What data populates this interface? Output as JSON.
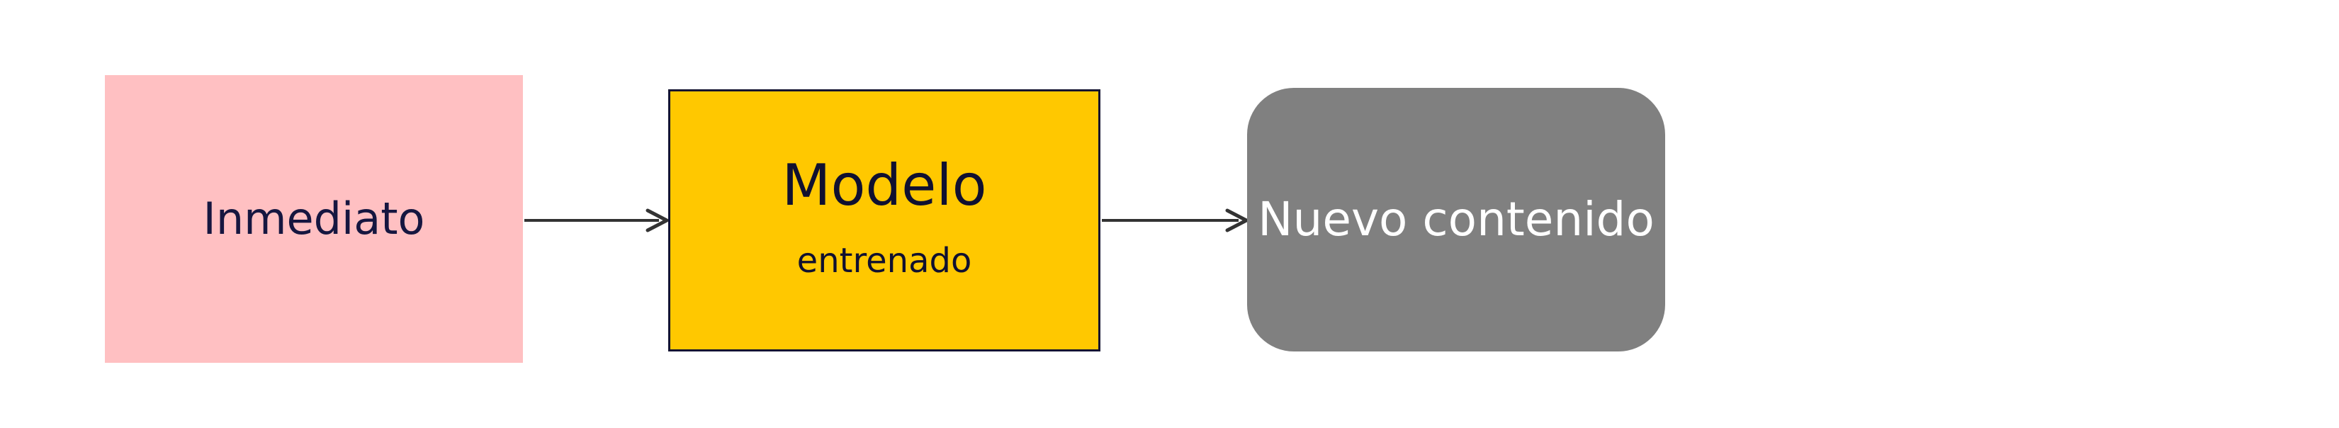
{
  "diagram": {
    "prompt": {
      "label": "Inmediato"
    },
    "model": {
      "title": "Modelo",
      "subtitle": "entrenado"
    },
    "output": {
      "label": "Nuevo contenido"
    }
  },
  "colors": {
    "prompt_fill": "#ffc0c2",
    "model_fill": "#ffc800",
    "model_border": "#141432",
    "output_fill": "#808080",
    "arrow": "#333333"
  }
}
